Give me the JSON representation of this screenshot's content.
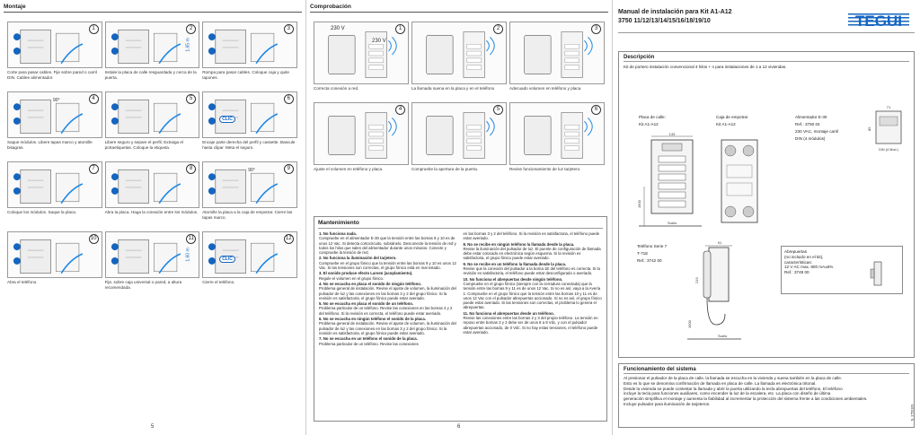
{
  "page5": {
    "section_title": "Montaje",
    "page_number": "5",
    "steps": [
      {
        "n": "1",
        "caption": "Corte para pasar cables. Fije sobre pared o carril DIN. Cablee alimentador."
      },
      {
        "n": "2",
        "caption": "Instale la placa de calle resguardada y cerca de la puerta.",
        "dim": "1.65 m"
      },
      {
        "n": "3",
        "caption": "Rompa para pasar cables. Coloque caja y quite tapones."
      },
      {
        "n": "4",
        "caption": "Saque módulos. Libere tapas marco y atornille bisagras.",
        "angle": "90°"
      },
      {
        "n": "5",
        "caption": "Libere seguro y separe el perfil. Extraiga el portaetiquetas. Coloque la etiqueta."
      },
      {
        "n": "6",
        "caption": "Encaje parte derecha del perfil y cassette. Bascule hasta clipar. Meta el seguro.",
        "clic": "CLIC"
      },
      {
        "n": "7",
        "caption": "Coloque los módulos. Saque la placa."
      },
      {
        "n": "8",
        "caption": "Abra la placa. Haga la conexión entre los módulos."
      },
      {
        "n": "9",
        "caption": "Atornille la placa a la caja de empotrar. Cierre las tapas marco.",
        "angle": "90°"
      },
      {
        "n": "10",
        "caption": "Abra el teléfono."
      },
      {
        "n": "11",
        "caption": "Fije, sobre caja universal o pared, a altura recomendada.",
        "dim": "1.60 m"
      },
      {
        "n": "12",
        "caption": "Cierre el teléfono.",
        "clic": "CLIC"
      }
    ]
  },
  "page6": {
    "section_title": "Comprobación",
    "page_number": "6",
    "steps": [
      {
        "n": "1",
        "caption": "Correcta conexión a red.",
        "label_a": "230 V",
        "label_b": "230 V"
      },
      {
        "n": "2",
        "caption": "La llamada suena en la placa y en el teléfono"
      },
      {
        "n": "3",
        "caption": "Adecuado volumen en teléfono y placa."
      },
      {
        "n": "4",
        "caption": "Ajuste el volumen en teléfono y placa."
      },
      {
        "n": "5",
        "caption": "Compruebe la apertura de la puerta."
      },
      {
        "n": "6",
        "caption": "Revise funcionamiento de luz tarjetero."
      }
    ],
    "maintenance": {
      "title": "Mantenimiento",
      "col1": [
        {
          "h": "1. No funciona nada.",
          "t": "Compruebe en el alimentador E-30 que la tensión entre las bornas 9 y 10 es de unos 12 Vac. Si detecta cortocircuito, subsánelo. Desconecte la tensión de red y todos los hilos que salen del alimentador durante unos minutos. Conecte y compruebe la tensión de red."
        },
        {
          "h": "2. No funciona la iluminación del tarjetero.",
          "t": "Compruebe en el grupo fónico que la tensión entre las bornas 9 y 10 es unos 12 Vac. Si las tensiones son correctas, el grupo fónico está en mal estado."
        },
        {
          "h": "3. El sonido produce efecto Larsen (acoplamiento).",
          "t": "Regule el volumen en el grupo fónico."
        },
        {
          "h": "4. No se escucha en placa el sonido de ningún teléfono.",
          "t": "Problema general de instalación. Revise el ajuste de volumen, la iluminación del pulsador de luz y las conexiones en las bornas 3 y 2 del grupo fónico. Si la revisión es satisfactoria, el grupo fónico puede estar averiado."
        },
        {
          "h": "5. No se escucha en placa el sonido de un teléfono.",
          "t": "Problema particular de un teléfono. Revise las conexiones en las bornas 4 y 2 del teléfono. Si la revisión es correcta, el teléfono puede estar averiado."
        },
        {
          "h": "6. No se escucha en ningún teléfono el sonido de la placa.",
          "t": "Problema general de instalación. Revise el ajuste de volumen, la iluminación del pulsador de luz y las conexiones en las bornas 3 y 2 del grupo fónico. Si la revisión es satisfactoria, el grupo fónico puede estar averiado."
        },
        {
          "h": "7. No se escucha en un teléfono el sonido de la placa.",
          "t": "Problema particular de un teléfono. Revise las conexiones"
        }
      ],
      "col2": [
        {
          "h": "",
          "t": "en las bornas 3 y 2 del teléfono. Si la revisión es satisfactoria, el teléfono puede estar averiado."
        },
        {
          "h": "8. No se recibe en ningún teléfono la llamada desde la placa.",
          "t": "Revise la iluminación del pulsador de luz. El puente de configuración de llamada debe estar colocado en electrónica según esquema. Si la revisión es satisfactoria, el grupo fónico puede estar averiado."
        },
        {
          "h": "9. No se recibe en un teléfono la llamada desde la placa.",
          "t": "Revise que la conexión del pulsador a la borna 1E del teléfono es correcta. Si la revisión es satisfactoria, el teléfono puede estar desconfigurado o averiado."
        },
        {
          "h": "10. No funciona el abrepuertas desde ningún teléfono.",
          "t": "Compruebe en el grupo fónico (siempre con la cerradura conectada) que la tensión entre las bornas 9 y 11 es de unos 12 Vac. Si no es así, vaya a la Avería 1. Compruebe en el grupo fónico que la tensión entre las bornas 10 y 11 es de unos 12 Vac con el pulsador abrepuertas accionado. Si no es así, el grupo fónico puede estar averiado. Si las tensiones son correctas, el problema lo genera el abrepuertas."
        },
        {
          "h": "11. No funciona el abrepuertas desde un teléfono.",
          "t": "Revise las conexiones entre las bornas 2 y 3 del propio teléfono. La tensión en reposo entre bornas 3 y 2 debe ser de unos 8 a 9 Vdc, y con el pulsador abrepuertas accionado, de 0 Vdc. Si no hay estas tensiones, el teléfono puede estar averiado."
        }
      ]
    }
  },
  "page7": {
    "title_line1": "Manual de instalación para Kit A1-A12",
    "title_line2": "3750 11/12/13/14/15/16/18/19/10",
    "brand": "TEGUI",
    "description": {
      "title": "Descripción",
      "text": "Kit de portero instalación convencional 4 hilos + n para instalaciones de 1 a 12 viviendas.",
      "items": [
        {
          "name": "Placa de calle:",
          "sub": "Kit A1-A12"
        },
        {
          "name": "Caja de empotrar",
          "sub": "Kit A1-A12"
        },
        {
          "name": "Alimentador E-30",
          "sub": "Ref.: 3750 04",
          "extra1": "230 VAC, montaje carril",
          "extra2": "DIN (4 módulos)"
        },
        {
          "name": "Teléfono Serie 7",
          "sub": "T-71E",
          "extra1": "Ref.: 3742 00"
        },
        {
          "name": "Abrepuertas",
          "sub": "(no incluido en el kit),",
          "extra1": "características:",
          "extra2": "12 V AC max. 800 mA±5%",
          "extra3": "Ref.: 3749 00"
        }
      ],
      "dims": {
        "plate_w": "133",
        "plate_h": "1600",
        "floor": "Suelo",
        "phone_w": "91",
        "phone_h": "219",
        "phone_floor": "Suelo",
        "phone_height": "1600",
        "din": "DIN (4 Mod.)",
        "e30_w": "71",
        "e30_h": "85"
      }
    },
    "function": {
      "title": "Funcionamiento del sistema",
      "lines": [
        "Al presionar el pulsador de la placa de calle, la llamada se escucha en la vivienda y suena también en la placa de calle.",
        "Esto es lo que se denomina confirmación de llamada en placa de calle. La llamada es electrónica tritonal.",
        "Desde la vivienda se puede contestar la llamada y abrir la puerta utilizando la tecla abrepuertas del teléfono. El teléfono",
        "incluye la tecla para funciones auxiliares, como encender la luz de la escalera, etc. La placa con diseño de última",
        "generación simplifica el montaje y aumenta la fiabilidad al incrementar la protección del sistema frente a las condiciones ambientales.",
        "Incluye pulsador para iluminación de tarjeteros."
      ],
      "code": "N. 3750109"
    }
  }
}
